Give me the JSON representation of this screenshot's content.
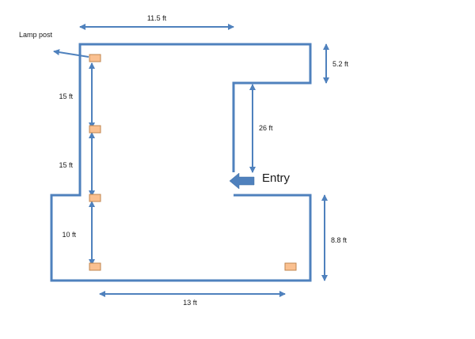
{
  "labels": {
    "lamp_post": "Lamp post",
    "entry": "Entry",
    "top_width": "11.5 ft",
    "top_right_height": "5.2 ft",
    "inner_wall": "26 ft",
    "right_height": "8.8 ft",
    "bottom_width": "13 ft",
    "lamp_spacing_1": "15 ft",
    "lamp_spacing_2": "15 ft",
    "lamp_spacing_3": "10 ft"
  },
  "colors": {
    "wall": "#4f81bd",
    "lamp_fill": "#fac090",
    "lamp_stroke": "#c0864f",
    "entry_arrow": "#4f81bd"
  }
}
